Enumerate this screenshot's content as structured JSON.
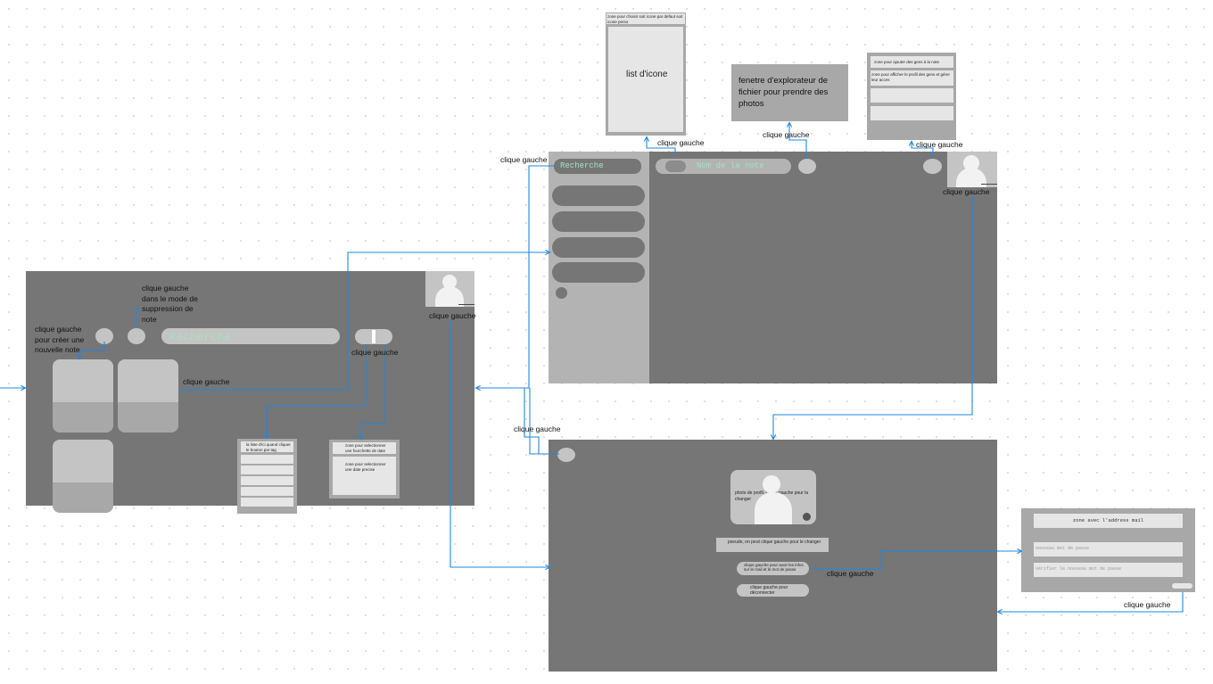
{
  "colors": {
    "panel": "#767676",
    "sidebar": "#b3b3b3",
    "element": "#bdbdbd",
    "popup": "#a8a8a8",
    "field": "#e6e6e6",
    "search_text": "#a8e0c4",
    "arrow": "#1e88e5"
  },
  "labels": {
    "clique_gauche": "clique gauche",
    "create_note": "clique gauche pour créer une nouvelle note",
    "delete_mode": "clique gauche dans le mode de suppression de note"
  },
  "main": {
    "search": "Recherche"
  },
  "note_view": {
    "search": "Recherche",
    "note_name": "Nom de la note"
  },
  "popups": {
    "tag_list_header": "la liste d'ici quand cliquer le bouton par tag",
    "filter_note_1": "zone pour selectionner une fourchette de date",
    "filter_note_2": "zone pour selectionner une date precise",
    "icon_header": "zone pour choisir soit icone par defaut soit icone perso",
    "icon_list": "list d'icone",
    "explorer": "fenetre d'explorateur de fichier pour prendre des photos",
    "share_add": "zone pour ajouter des gens à la note",
    "share_profiles": "zone pour afficher le profil des gens et gérer leur acces"
  },
  "profile": {
    "photo": "photo de profil, clique gauche pour la changer",
    "pseudo": "pseudo, on peut clique gauche pour le changer",
    "password": "clique gauche pour avoir les infos sur le mail et le mot de passe",
    "logout": "clique gauche pour déconnecter"
  },
  "account": {
    "email": "zone avec l'address mail",
    "new_password": "nouveau mot de passe",
    "confirm_password": "vérifier le nouveau mot de passe"
  }
}
